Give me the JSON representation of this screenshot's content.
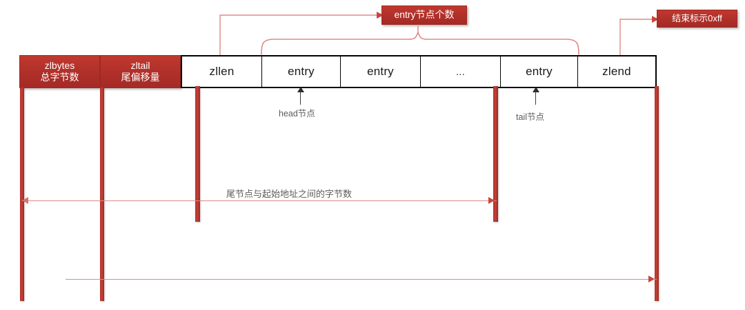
{
  "diagram": {
    "title": "ziplist structure",
    "colors": {
      "box_red": "#b2312a",
      "bar_red": "#b23029",
      "line_pink": "#dd8a84",
      "border_black": "#000000",
      "text_gray": "#5b5b5b"
    }
  },
  "struct_table": {
    "cells": [
      {
        "label": "zllen",
        "width": 116,
        "name": "cell-zllen"
      },
      {
        "label": "entry",
        "width": 114,
        "name": "cell-entry-1"
      },
      {
        "label": "entry",
        "width": 116,
        "name": "cell-entry-2"
      },
      {
        "label": "...",
        "width": 116,
        "name": "cell-ellipsis"
      },
      {
        "label": "entry",
        "width": 112,
        "name": "cell-entry-last"
      },
      {
        "label": "zlend",
        "width": 112,
        "name": "cell-zlend"
      }
    ]
  },
  "header_boxes": [
    {
      "name": "zlbytes",
      "line1": "zlbytes",
      "line2": "总字节数"
    },
    {
      "name": "zltail",
      "line1": "zltail",
      "line2": "尾偏移量"
    }
  ],
  "callouts": {
    "entry_count": "entry节点个数",
    "end_flag": "结束标示0xff"
  },
  "node_pointers": [
    {
      "name": "head",
      "label": "head节点"
    },
    {
      "name": "tail",
      "label": "tail节点"
    }
  ],
  "measurements": {
    "middle": "尾节点与起始地址之间的字节数",
    "bottom": ""
  }
}
